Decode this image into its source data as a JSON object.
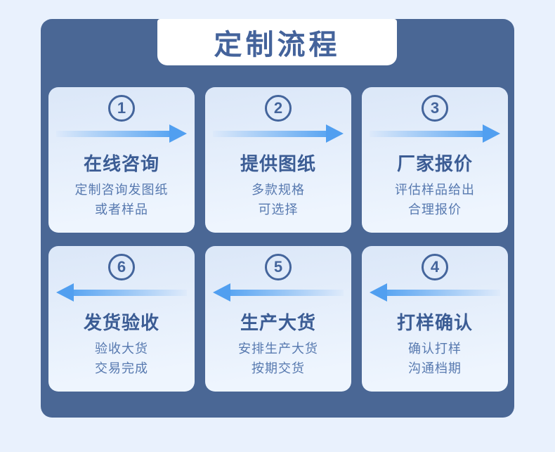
{
  "banner": {
    "title": "定制流程"
  },
  "colors": {
    "page_bg": "#e9f1fd",
    "panel_bg": "#4a6795",
    "banner_bg": "#ffffff",
    "banner_text": "#44639b",
    "card_bg_top": "#dbe7f8",
    "card_bg_bottom": "#eef5fe",
    "number_color": "#44659c",
    "title_color": "#3b5c94",
    "desc_color": "#5779af",
    "arrow_head": "#519ff0",
    "arrow_bright": "#5ba6f2"
  },
  "steps": [
    {
      "number": "1",
      "direction": "right",
      "title": "在线咨询",
      "desc_line1": "定制咨询发图纸",
      "desc_line2": "或者样品"
    },
    {
      "number": "2",
      "direction": "right",
      "title": "提供图纸",
      "desc_line1": "多款规格",
      "desc_line2": "可选择"
    },
    {
      "number": "3",
      "direction": "right",
      "title": "厂家报价",
      "desc_line1": "评估样品给出",
      "desc_line2": "合理报价"
    },
    {
      "number": "6",
      "direction": "left",
      "title": "发货验收",
      "desc_line1": "验收大货",
      "desc_line2": "交易完成"
    },
    {
      "number": "5",
      "direction": "left",
      "title": "生产大货",
      "desc_line1": "安排生产大货",
      "desc_line2": "按期交货"
    },
    {
      "number": "4",
      "direction": "left",
      "title": "打样确认",
      "desc_line1": "确认打样",
      "desc_line2": "沟通档期"
    }
  ]
}
